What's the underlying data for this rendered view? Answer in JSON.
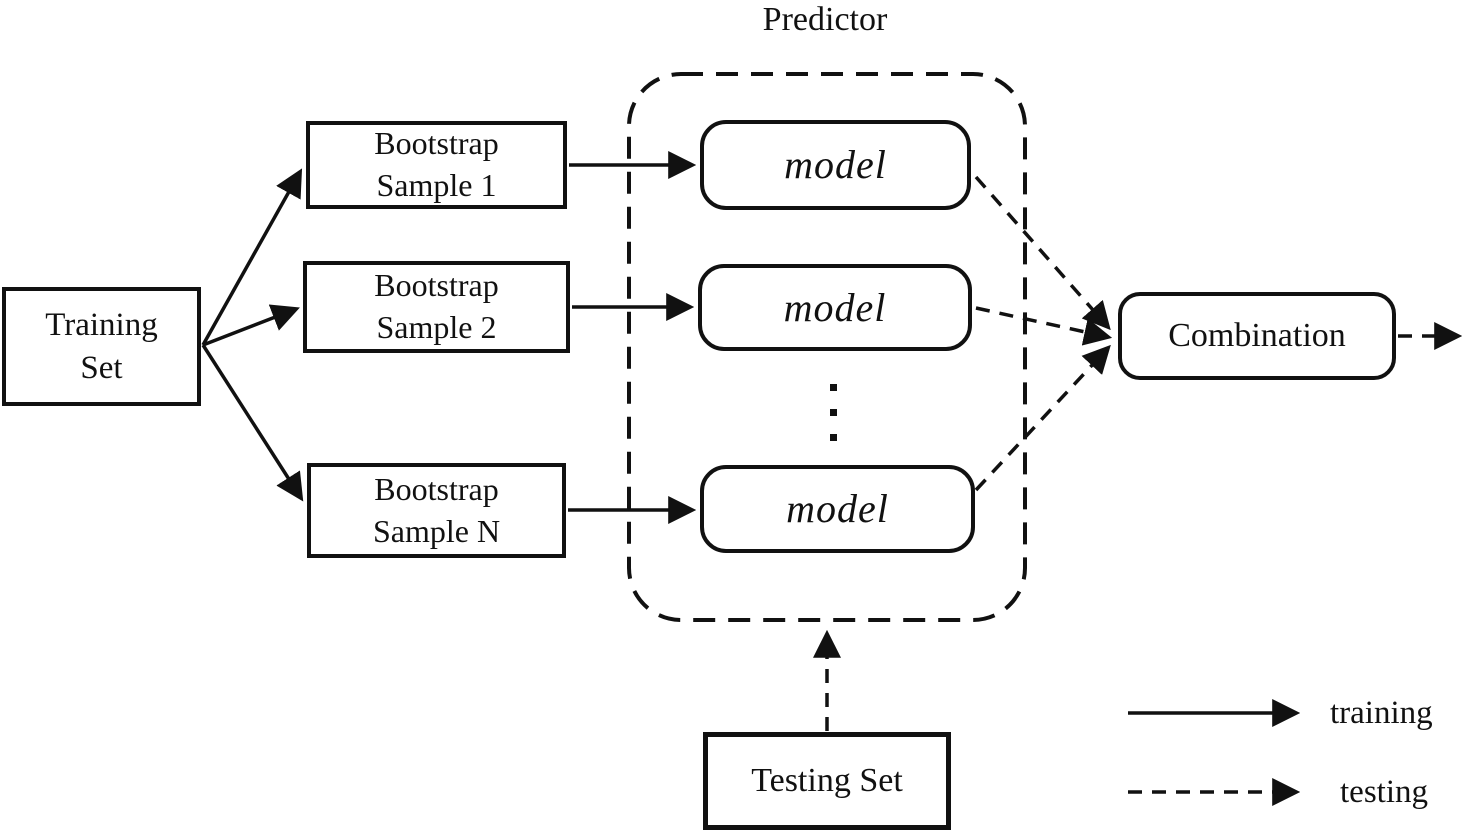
{
  "diagram": {
    "title": "Predictor",
    "nodes": {
      "training_set": {
        "line1": "Training",
        "line2": "Set"
      },
      "bootstrap_1": {
        "line1": "Bootstrap",
        "line2": "Sample 1"
      },
      "bootstrap_2": {
        "line1": "Bootstrap",
        "line2": "Sample 2"
      },
      "bootstrap_n": {
        "line1": "Bootstrap",
        "line2": "Sample N"
      },
      "model_1": {
        "label": "model"
      },
      "model_2": {
        "label": "model"
      },
      "model_3": {
        "label": "model"
      },
      "combination": {
        "label": "Combination"
      },
      "testing_set": {
        "label": "Testing Set"
      },
      "ellipsis": "⋮"
    },
    "legend": {
      "training_label": "training",
      "testing_label": "testing"
    },
    "colors": {
      "line": "#111111",
      "background": "#ffffff"
    }
  }
}
